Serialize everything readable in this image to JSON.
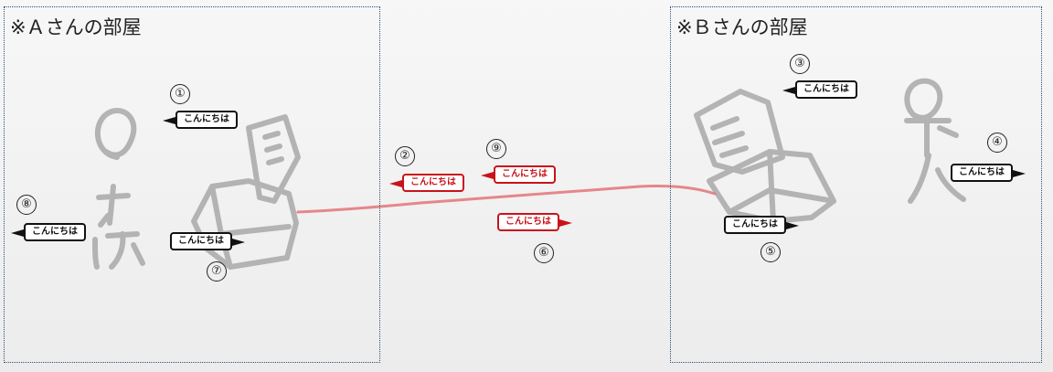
{
  "rooms": {
    "a_title": "※Ａさんの部屋",
    "b_title": "※Ｂさんの部屋"
  },
  "markers": {
    "m1": "①",
    "m2": "②",
    "m3": "③",
    "m4": "④",
    "m5": "⑤",
    "m6": "⑥",
    "m7": "⑦",
    "m8": "⑧",
    "m9": "⑨"
  },
  "bubbles": {
    "b1": "こんにちは",
    "b2": "こんにちは",
    "b3": "こんにちは",
    "b4": "こんにちは",
    "b5": "こんにちは",
    "b6": "こんにちは",
    "b7": "こんにちは",
    "b8": "こんにちは",
    "b9": "こんにちは"
  },
  "colors": {
    "frame": "#2d4f73",
    "speech_local": "#111111",
    "speech_transmitted": "#c8131b",
    "sketch": "#a9a9a9",
    "wire": "#e37b80"
  },
  "icons": {
    "person_a": "stick-person-icon",
    "person_b": "stick-person-icon",
    "phone_a": "telephone-icon",
    "phone_b": "telephone-icon"
  }
}
